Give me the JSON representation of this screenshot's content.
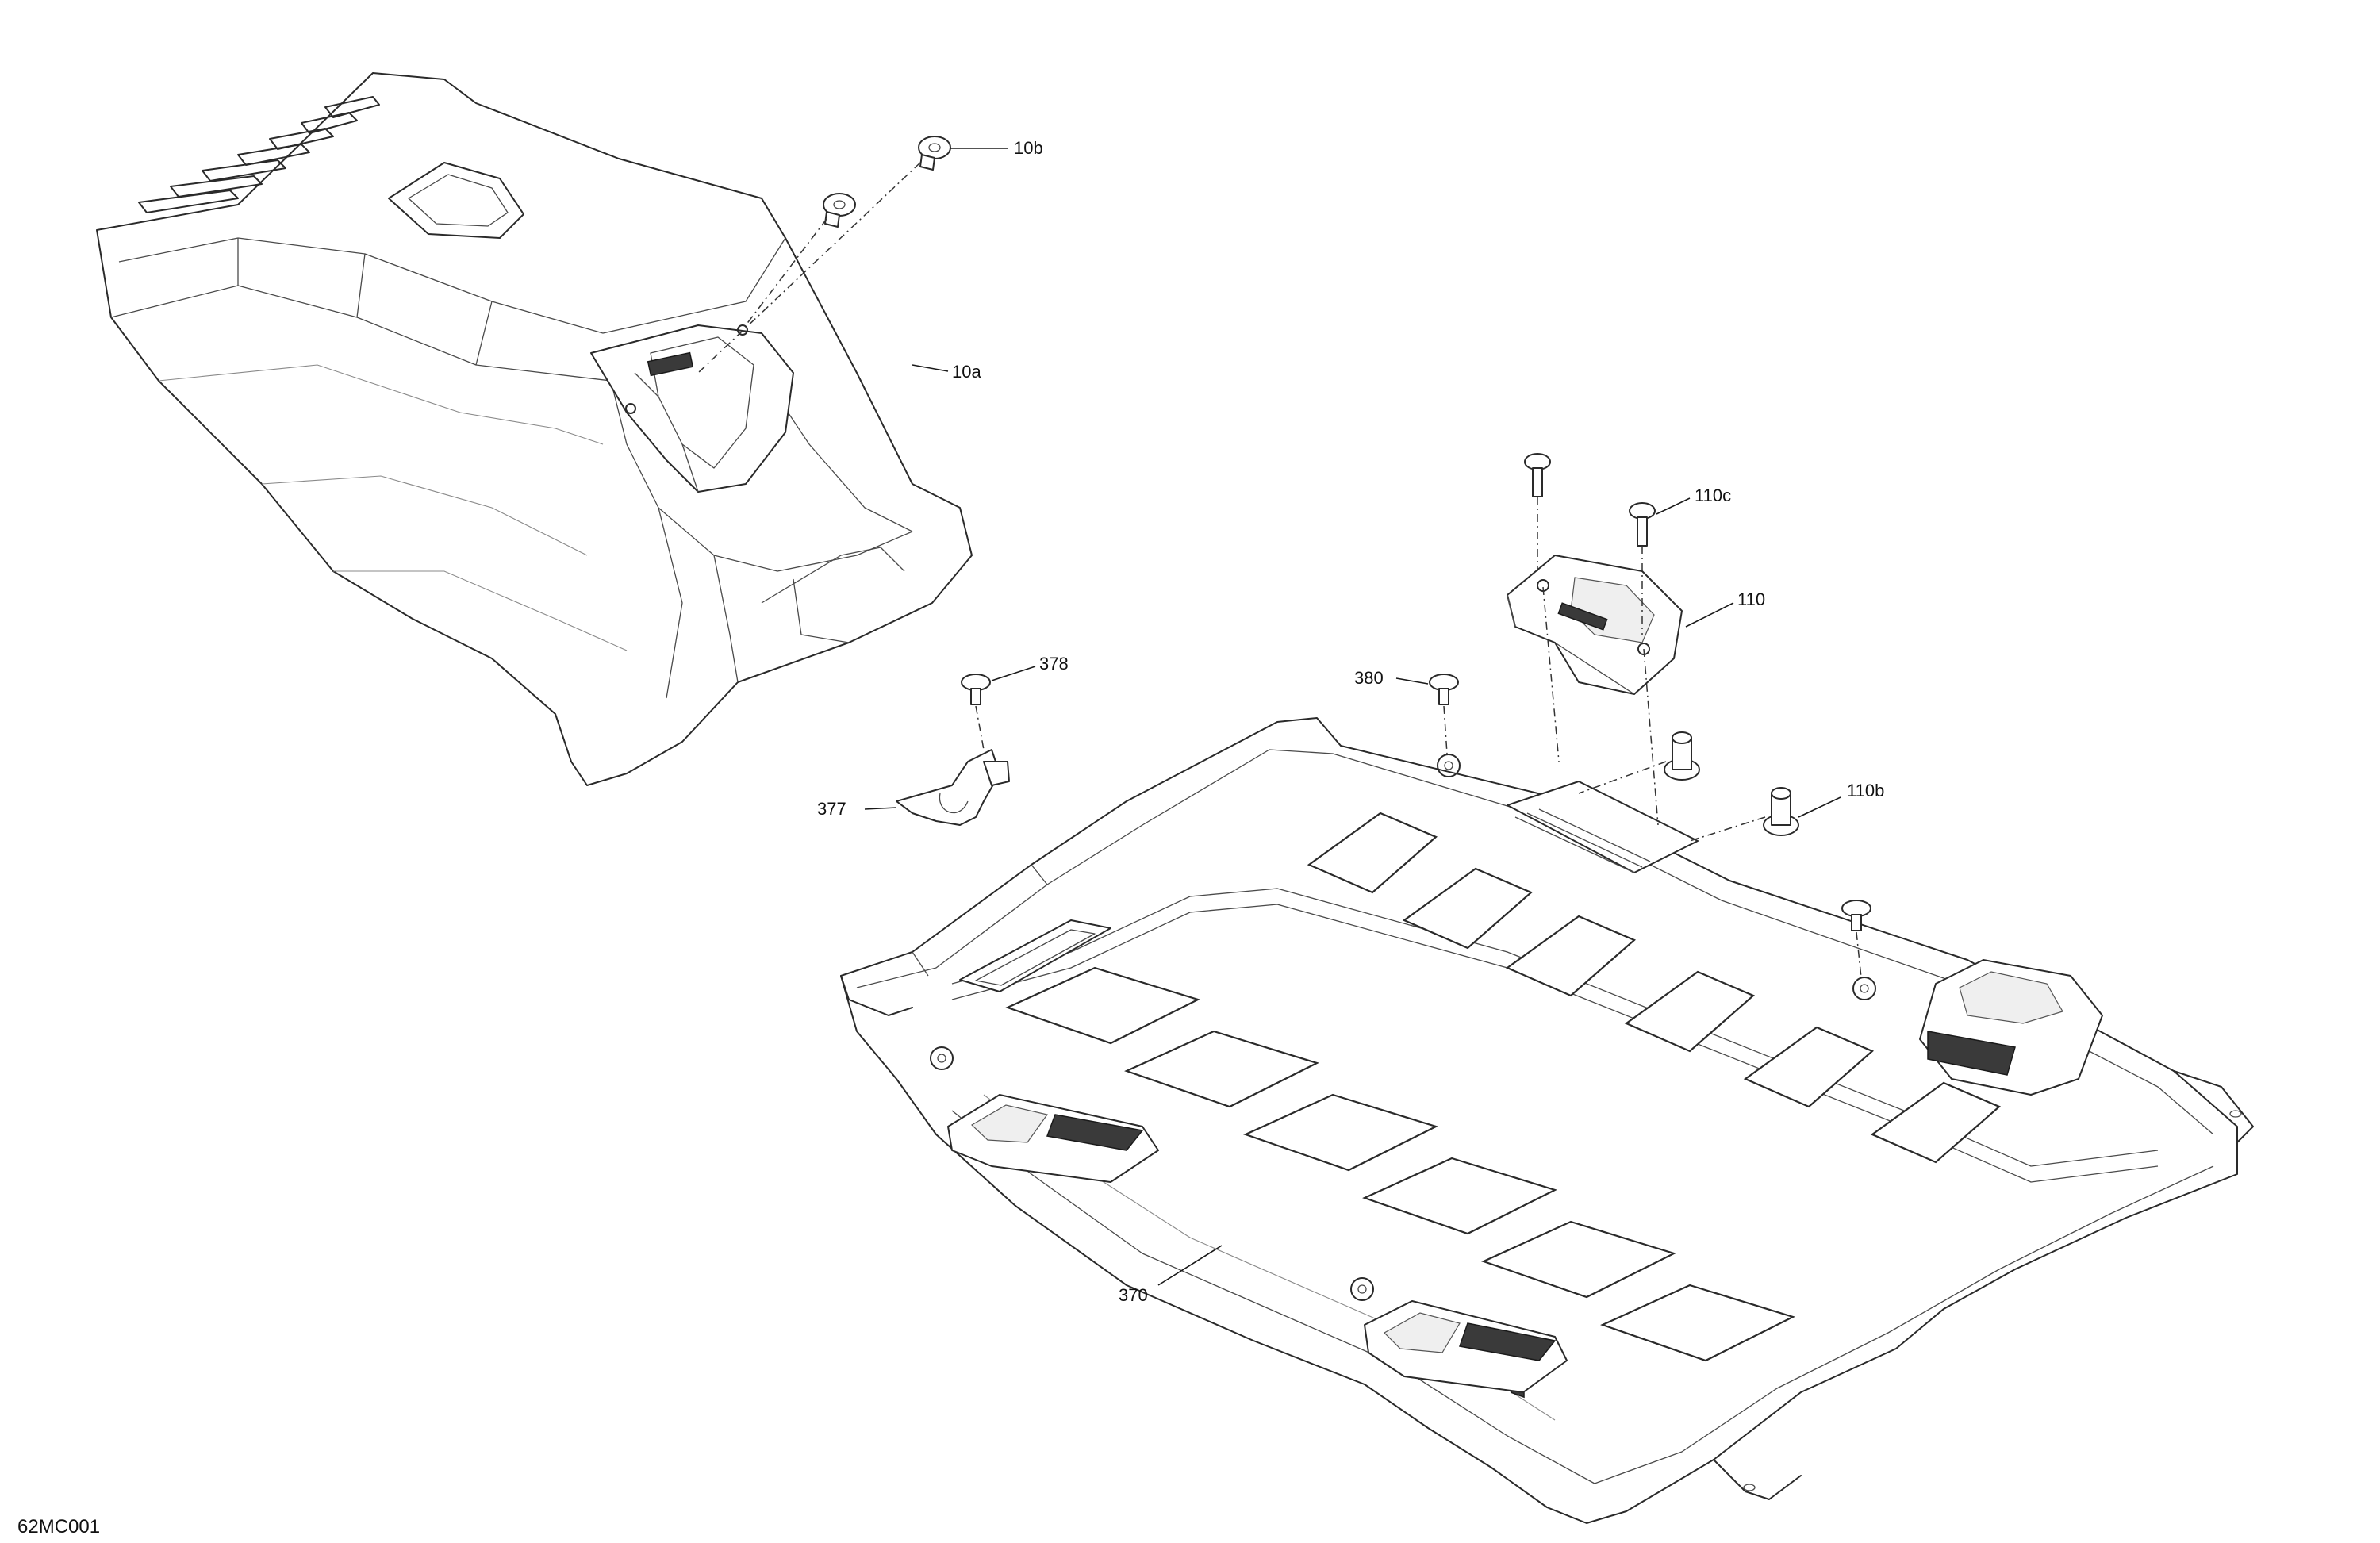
{
  "callouts": {
    "c10b": "10b",
    "c10a": "10a",
    "c110c": "110c",
    "c110": "110",
    "c378": "378",
    "c380": "380",
    "c377": "377",
    "c110b": "110b",
    "c370": "370"
  },
  "figure_ref": "62MC001"
}
